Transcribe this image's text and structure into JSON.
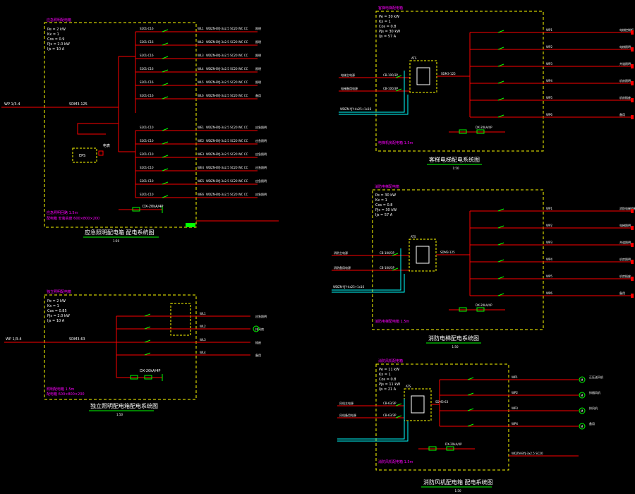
{
  "panels": [
    {
      "id": "emergency-lighting",
      "header": "应急照明配电箱",
      "title": "应急照明配电箱 配电系统图",
      "scale": "1:50",
      "params": [
        "Pe = 2 kW",
        "Kx = 1",
        "Cos = 0.9",
        "Pjs = 2.0 kW",
        "Ijs = 10 A"
      ],
      "incoming": "WP 1/3-4",
      "main_switch": "SDM3-125",
      "footer": "应急照明回路 1.5m",
      "footer2": "配电箱 安装高度 600×800×200",
      "outgoing": [
        "WL1",
        "WL2",
        "WL3",
        "WL4",
        "WL5",
        "WL6",
        "WE1",
        "WE2",
        "WE3",
        "WE4",
        "WE5",
        "WE6"
      ],
      "breakers": [
        "S201-C16",
        "S201-C16",
        "S201-C16",
        "S201-C16",
        "S201-C16",
        "S201-C16",
        "S201-C10",
        "S201-C10",
        "S201-C10",
        "S201-C10",
        "S201-C10",
        "S201-C10"
      ],
      "cables": "WDZN-BYJ-3x2.5 SC20 WC CC",
      "loads": [
        "照明",
        "照明",
        "照明",
        "照明",
        "照明",
        "备用",
        "应急照明",
        "应急照明",
        "应急照明",
        "应急照明",
        "应急照明",
        "应急照明"
      ],
      "spd": "DX-20kA/4P",
      "meter": "电表",
      "ats": "EPS"
    },
    {
      "id": "independent-lighting",
      "header": "独立照明配电箱",
      "title": "独立照明配电箱配电系统图",
      "scale": "1:50",
      "params": [
        "Pe = 2 kW",
        "Kx = 1",
        "Cos = 0.85",
        "Pjs = 2.0 kW",
        "Ijs = 10 A"
      ],
      "incoming": "WP 1/3-4",
      "main_switch": "SDM3-63",
      "footer": "照明配电箱 1.5m",
      "footer2": "配电箱 600×800×200",
      "outgoing": [
        "WL1",
        "WL2",
        "WL3",
        "WL4"
      ],
      "loads": [
        "应急照明",
        "排风扇",
        "插座",
        "备用"
      ],
      "spd": "DX-20kA/4P"
    },
    {
      "id": "elevator-machine",
      "header": "客梯电梯配电箱",
      "title": "客梯电梯配电系统图",
      "scale": "1:50",
      "params": [
        "Pe = 30 kW",
        "Kx = 1",
        "Cos = 0.8",
        "Pjs = 30 kW",
        "Ijs = 57 A"
      ],
      "incoming_a": "电梯主电源",
      "incoming_b": "电梯备用电源",
      "switches": [
        "CB-100/3P",
        "CB-100/3P"
      ],
      "ats": "ATS",
      "main_switch": "SDM3-125",
      "cable_in": "WDZN-YJY-4x25+1x16",
      "outgoing": [
        "WP1",
        "WP2",
        "WP3",
        "WP4",
        "WP5",
        "WP6"
      ],
      "loads": [
        "电梯控制柜",
        "电梯照明",
        "井道照明",
        "机房照明",
        "机房插座",
        "备用"
      ],
      "spd": "DX-20kA/4P",
      "footer": "电梯机房配电箱 1.5m"
    },
    {
      "id": "fire-elevator",
      "header": "消防电梯配电箱",
      "title": "消防电梯配电系统图",
      "scale": "1:50",
      "params": [
        "Pe = 30 kW",
        "Kx = 1",
        "Cos = 0.8",
        "Pjs = 30 kW",
        "Ijs = 57 A"
      ],
      "incoming_a": "消防主电源",
      "incoming_b": "消防备用电源",
      "switches": [
        "CB-100/3P",
        "CB-100/3P"
      ],
      "ats": "ATS",
      "main_switch": "SDM3-125",
      "cable_in": "WDZN-YJY-4x25+1x16",
      "outgoing": [
        "WP1",
        "WP2",
        "WP3",
        "WP4",
        "WP5",
        "WP6"
      ],
      "loads": [
        "消防电梯控制柜",
        "电梯照明",
        "井道照明",
        "机房照明",
        "机房插座",
        "备用"
      ],
      "spd": "DX-20kA/4P",
      "footer": "消防电梯配电箱 1.5m"
    },
    {
      "id": "fire-fan",
      "header": "消防风机配电箱",
      "title": "消防风机配电箱 配电系统图",
      "scale": "1:50",
      "params": [
        "Pe = 11 kW",
        "Kx = 1",
        "Cos = 0.8",
        "Pjs = 11 kW",
        "Ijs = 21 A"
      ],
      "incoming_a": "风机主电源",
      "incoming_b": "风机备用电源",
      "switches": [
        "CB-63/3P",
        "CB-63/3P"
      ],
      "ats": "ATS",
      "main_switch": "SDM3-63",
      "outgoing": [
        "WP1",
        "WP2",
        "WP3",
        "WP4"
      ],
      "loads": [
        "正压送风机",
        "排烟风机",
        "排风机",
        "备用"
      ],
      "load_tags": [
        "M",
        "M",
        "M",
        "M"
      ],
      "spd": "DX-20kA/4P",
      "extra_line": "WDZN-BYJ-3x2.5 SC20",
      "footer": "消防风机配电箱 1.5m"
    }
  ],
  "colors": {
    "background": "#000000",
    "box": "#ffff00",
    "wire": "#ff0000",
    "device": "#00ff00",
    "label": "#ffffff",
    "magenta": "#ff00ff",
    "cyan": "#00ffff"
  }
}
